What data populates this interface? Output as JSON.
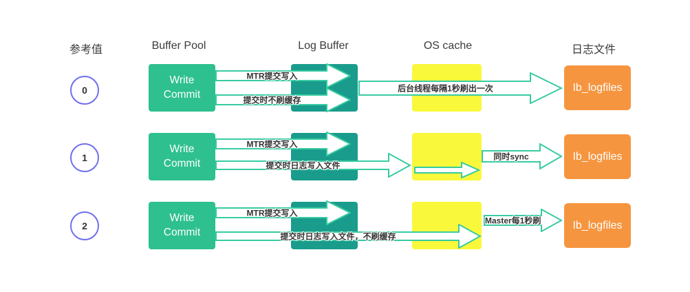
{
  "colors": {
    "write_commit_green": "#2EC08F",
    "log_buffer_teal": "#1A9C8C",
    "os_cache_yellow": "#F9F83B",
    "log_file_orange": "#F6953F",
    "arrow_stroke": "#38CBA2",
    "circle_stroke": "#6E6EF0",
    "header_text": "#3B3B3B",
    "label_text": "#333333"
  },
  "headers": {
    "ref_value": "参考值",
    "buffer_pool": "Buffer Pool",
    "log_buffer": "Log Buffer",
    "os_cache": "OS cache",
    "log_file": "日志文件"
  },
  "rows": [
    {
      "value": "0",
      "buffer_pool_label": "Write Commit",
      "log_file_label": "Ib_logfiles",
      "arrows": {
        "mtr": "MTR提交写入",
        "commit": "提交时不刷缓存",
        "flush": "后台线程每隔1秒刷出一次"
      }
    },
    {
      "value": "1",
      "buffer_pool_label": "Write Commit",
      "log_file_label": "Ib_logfiles",
      "arrows": {
        "mtr": "MTR提交写入",
        "commit": "提交时日志写入文件",
        "sync": "同时sync"
      }
    },
    {
      "value": "2",
      "buffer_pool_label": "Write Commit",
      "log_file_label": "Ib_logfiles",
      "arrows": {
        "mtr": "MTR提交写入",
        "commit": "提交时日志写入文件，不刷缓存",
        "flush": "Master每1秒刷"
      }
    }
  ]
}
